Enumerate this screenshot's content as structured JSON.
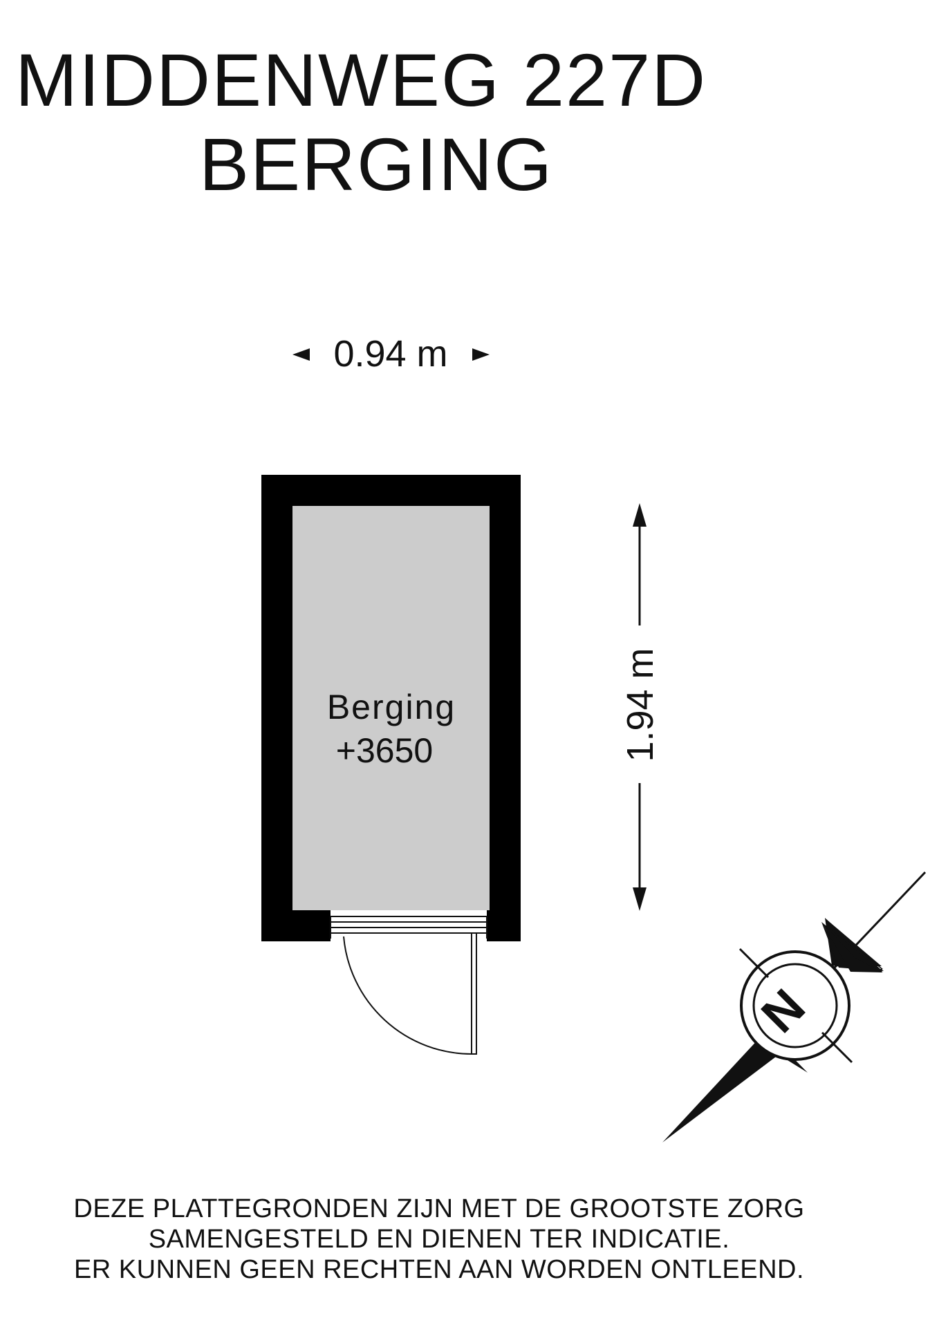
{
  "title": {
    "address": "MIDDENWEG 227D",
    "subtitle": "BERGING"
  },
  "room": {
    "name": "Berging",
    "level": "+3650",
    "fill_color": "#cccccc",
    "wall_color": "#000000"
  },
  "dimensions": {
    "width": "0.94 m",
    "length": "1.94 m"
  },
  "compass": {
    "label": "N",
    "icon": "north-arrow-icon"
  },
  "disclaimer": {
    "line1": "DEZE PLATTEGRONDEN ZIJN MET DE GROOTSTE ZORG",
    "line2": "SAMENGESTELD EN DIENEN TER INDICATIE.",
    "line3": "ER KUNNEN GEEN RECHTEN AAN WORDEN ONTLEEND."
  }
}
